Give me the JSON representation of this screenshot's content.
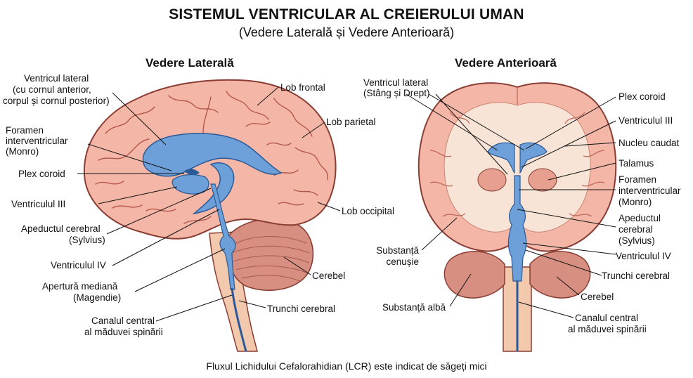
{
  "title": "SISTEMUL VENTRICULAR AL CREIERULUI UMAN",
  "subtitle": "(Vedere Laterală și Vedere Anterioară)",
  "lateral": {
    "heading": "Vedere Laterală",
    "labels": {
      "ventricul_lateral": [
        "Ventricul lateral",
        "(cu cornul anterior,",
        "corpul și cornul posterior)"
      ],
      "foramen": [
        "Foramen",
        "interventricular",
        "(Monro)"
      ],
      "plex": "Plex coroid",
      "ventricul3": "Ventriculul III",
      "apeduct": [
        "Apeductul cerebral",
        "(Sylvius)"
      ],
      "ventricul4": "Ventriculul IV",
      "apertura": [
        "Apertură mediană",
        "(Magendie)"
      ],
      "canal": [
        "Canalul central",
        "al măduvei spinării"
      ],
      "lob_frontal": "Lob frontal",
      "lob_parietal": "Lob parietal",
      "lob_occipital": "Lob occipital",
      "cerebel": "Cerebel",
      "trunchi": "Trunchi cerebral"
    }
  },
  "anterior": {
    "heading": "Vedere Anterioară",
    "labels": {
      "ventricul_lateral": [
        "Ventricul lateral",
        "(Stâng și Drept)"
      ],
      "substanta_cenusie": [
        "Substanță",
        "cenușie"
      ],
      "substanta_alba": "Substanță albă",
      "plex": "Plex coroid",
      "ventricul3": "Ventriculul III",
      "nucleu": "Nucleu caudat",
      "talamus": "Talamus",
      "foramen": [
        "Foramen",
        "interventricular",
        "(Monro)"
      ],
      "apeduct": [
        "Apeductul",
        "cerebral",
        "(Sylvius)"
      ],
      "ventricul4": "Ventriculul IV",
      "trunchi": "Trunchi cerebral",
      "cerebel": "Cerebel",
      "canal": [
        "Canalul central",
        "al măduvei spinării"
      ]
    }
  },
  "footer": "Fluxul Lichidului Cefalorahidian (LCR) este indicat de săgeți mici",
  "colors": {
    "brain": "#f4b6a6",
    "brain_outline": "#8a3d33",
    "ventricle": "#6d9fd8",
    "ventricle_outline": "#2a5a98",
    "cerebellum": "#d68f80",
    "spinal": "#f2c9ad",
    "white_matter": "#f8e4d6"
  }
}
